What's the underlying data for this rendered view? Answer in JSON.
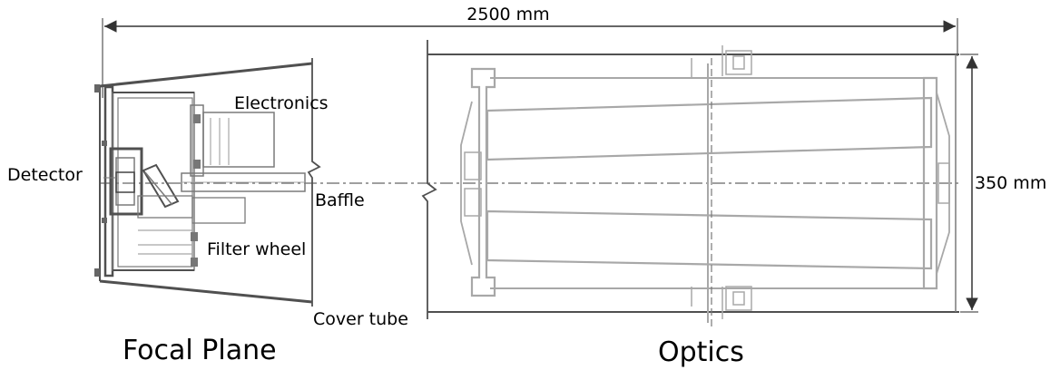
{
  "dimensions": {
    "length": "2500 mm",
    "diameter": "350 mm"
  },
  "labels": {
    "electronics": "Electronics",
    "detector": "Detector",
    "baffle": "Baffle",
    "filter_wheel": "Filter wheel",
    "cover_tube": "Cover tube"
  },
  "sections": {
    "focal_plane": "Focal Plane",
    "optics": "Optics"
  }
}
